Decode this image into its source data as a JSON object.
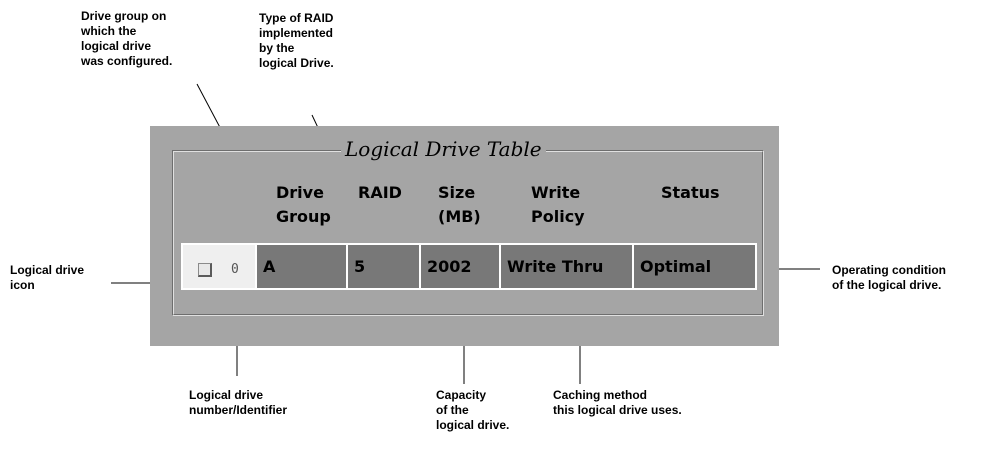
{
  "callouts": {
    "drive_group": "Drive group on\nwhich the\nlogical drive\nwas configured.",
    "raid_type": "Type of RAID\nimplemented\nby the\nlogical Drive.",
    "icon": "Logical drive\nicon",
    "status": "Operating condition\nof the logical drive.",
    "number": "Logical drive\nnumber/Identifier",
    "capacity": "Capacity\nof the\nlogical drive.",
    "caching": "Caching method\nthis logical drive uses."
  },
  "table": {
    "title": "Logical Drive Table",
    "headers": [
      "Drive\nGroup",
      "RAID",
      "Size\n(MB)",
      "Write\nPolicy",
      "Status"
    ],
    "row": {
      "number": "0",
      "cells": [
        "A",
        "5",
        "2002",
        "Write Thru",
        "Optimal"
      ]
    }
  },
  "icons": {
    "logical_drive": "drive-square-icon"
  }
}
